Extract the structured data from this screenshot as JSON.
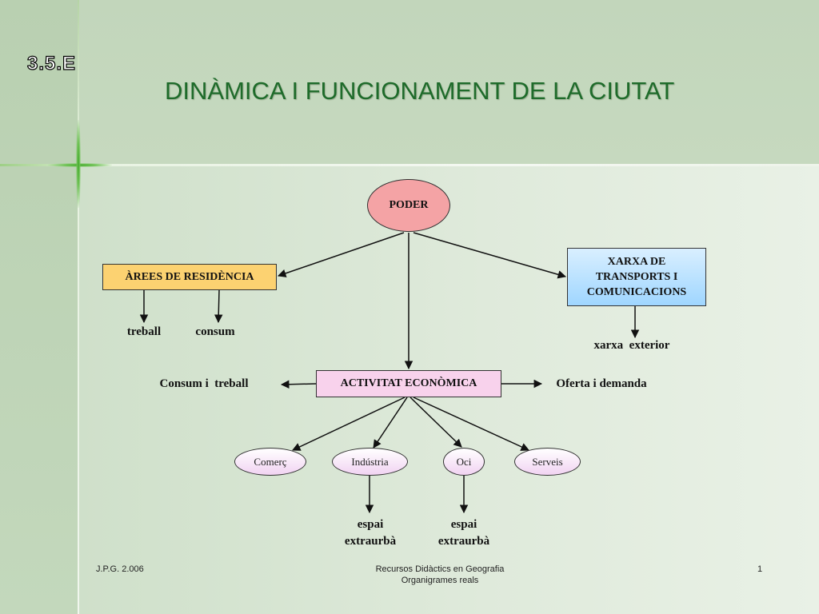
{
  "slide": {
    "code": "3.5.E",
    "title": "DINÀMICA I FUNCIONAMENT DE LA CIUTAT"
  },
  "nodes": {
    "poder": "PODER",
    "arees_residencia": "ÀREES DE RESIDÈNCIA",
    "xarxa_transports": [
      "XARXA DE",
      "TRANSPORTS I",
      "COMUNICACIONS"
    ],
    "activitat_economica": "ACTIVITAT ECONÒMICA",
    "comerc": "Comerç",
    "industria": "Indústria",
    "oci": "Oci",
    "serveis": "Serveis"
  },
  "labels": {
    "treball": "treball",
    "consum": "consum",
    "xarxa_exterior": "xarxa  exterior",
    "consum_i_treball": "Consum i  treball",
    "oferta_i_demanda": "Oferta i demanda",
    "espai_extraurba_1": [
      "espai",
      "extraurbà"
    ],
    "espai_extraurba_2": [
      "espai",
      "extraurbà"
    ]
  },
  "footer": {
    "left": "J.P.G. 2.006",
    "center": [
      "Recursos Didàctics en Geografia",
      "Organigrames reals"
    ],
    "page_number": "1"
  },
  "colors": {
    "title": "#1e6b2a",
    "poder_fill": "#f4a3a5",
    "residencia_fill": "#fcd271",
    "transport_fill": "#9fd6ff",
    "activitat_fill": "#f8d2ec",
    "sector_fill": "#f1d3f2"
  }
}
